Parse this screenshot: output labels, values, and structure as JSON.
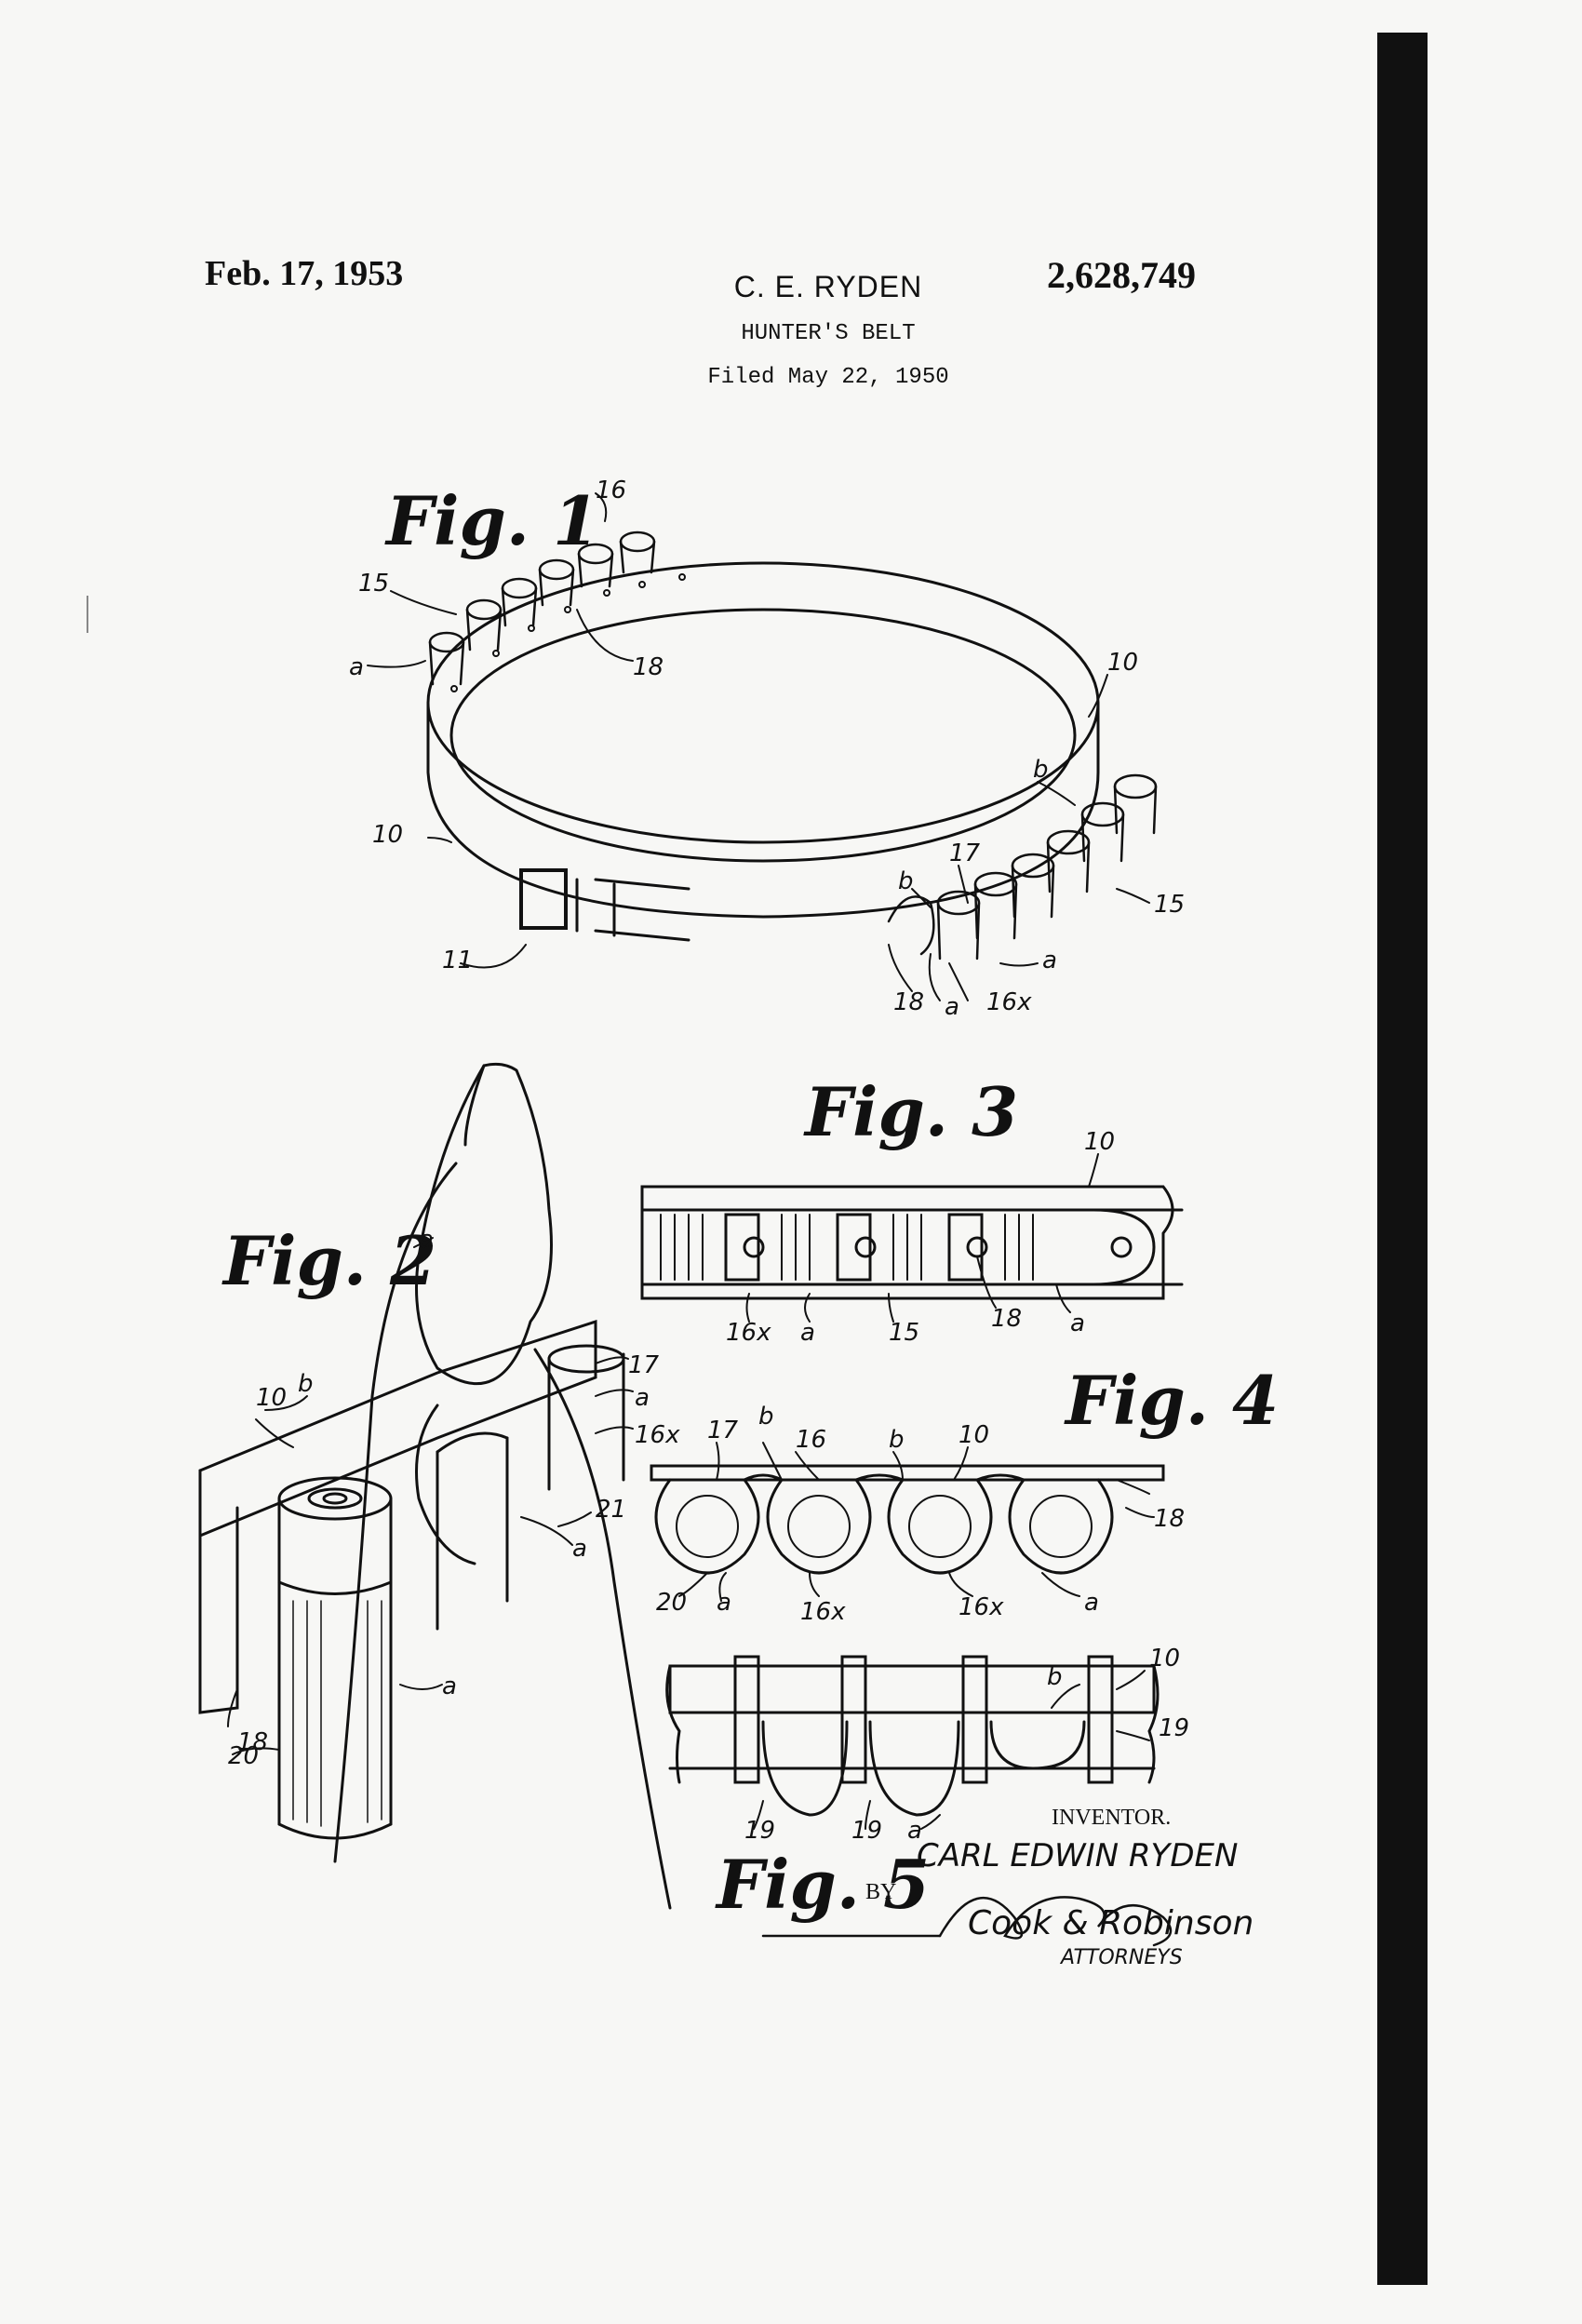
{
  "header": {
    "date": "Feb. 17, 1953",
    "inventor_short": "C. E. RYDEN",
    "patent_number": "2,628,749",
    "title": "HUNTER'S BELT",
    "filed": "Filed May 22, 1950"
  },
  "figures": {
    "fig1": "Fig. 1",
    "fig2": "Fig. 2",
    "fig3": "Fig. 3",
    "fig4": "Fig. 4",
    "fig5": "Fig. 5"
  },
  "refs": {
    "r10": "10",
    "r11": "11",
    "r15": "15",
    "r16": "16",
    "r16x": "16x",
    "r17": "17",
    "r18": "18",
    "r19": "19",
    "r20": "20",
    "r21": "21",
    "ra": "a",
    "rb": "b"
  },
  "signature": {
    "inventor_label": "INVENTOR.",
    "inventor_name": "CARL EDWIN RYDEN",
    "by": "BY",
    "attorneys_signature": "Cook & Robinson",
    "attorneys_label": "ATTORNEYS"
  }
}
